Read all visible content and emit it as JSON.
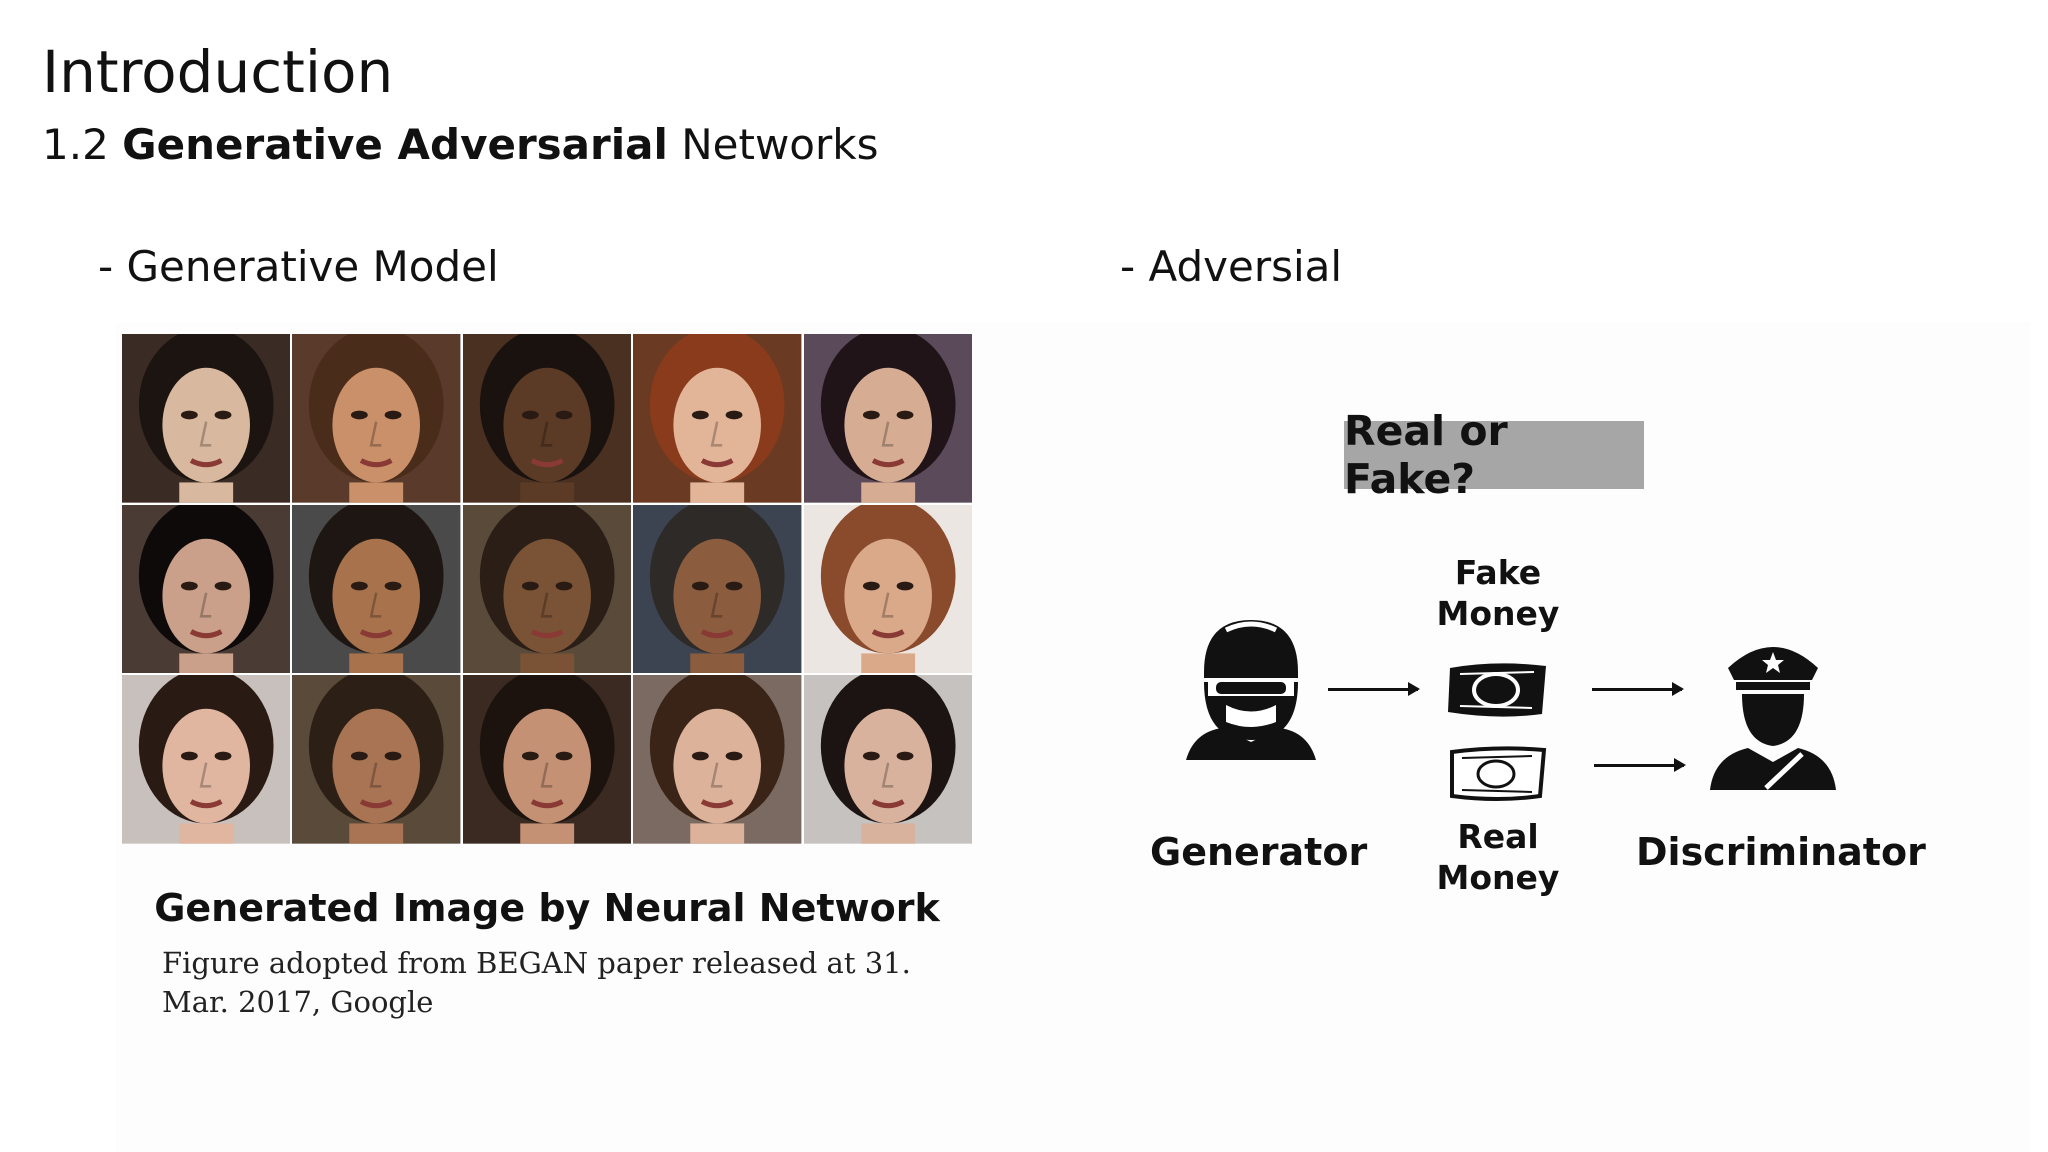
{
  "slide": {
    "title": "Introduction",
    "subtitle_number": "1.2",
    "subtitle_bold": "Generative Adversarial",
    "subtitle_rest": "Networks"
  },
  "left_section": {
    "heading": "- Generative Model",
    "caption_title": "Generated Image by Neural Network",
    "caption_note": "Figure adopted from BEGAN paper released at 31. Mar. 2017, Google",
    "face_tones": [
      [
        "#d8b89e",
        "#c9906a",
        "#5b3a26",
        "#e3b598",
        "#d6ad93"
      ],
      [
        "#caa08a",
        "#a8734c",
        "#7a5236",
        "#8b5c3e",
        "#d9a98a"
      ],
      [
        "#e0b6a0",
        "#a87453",
        "#c49174",
        "#dcb29b",
        "#d9b29d"
      ]
    ],
    "hair_tones": [
      [
        "#1c1410",
        "#4a2c1a",
        "#1a120e",
        "#8a3b1c",
        "#201418"
      ],
      [
        "#0e0a0a",
        "#1e1612",
        "#2a1e16",
        "#2e2a28",
        "#8a4a2c"
      ],
      [
        "#2a1a14",
        "#2c2016",
        "#1c120e",
        "#3a2418",
        "#1c1412"
      ]
    ],
    "bg_tones": [
      [
        "#3a2c24",
        "#5a3a2a",
        "#4a3020",
        "#6a3a22",
        "#5a4a5a"
      ],
      [
        "#4a3c34",
        "#4a4a4a",
        "#5a4a3a",
        "#3c4452",
        "#ece6e2"
      ],
      [
        "#c8c0bc",
        "#5a4a3a",
        "#3a2a22",
        "#7a6a62",
        "#c6c2c0"
      ]
    ]
  },
  "right_section": {
    "heading": "- Adversial",
    "question": "Real or Fake?",
    "generator_label": "Generator",
    "discriminator_label": "Discriminator",
    "fake_money_label": "Fake Money",
    "real_money_label": "Real Money"
  },
  "colors": {
    "question_box": "#a6a6a6",
    "ink": "#111111"
  }
}
